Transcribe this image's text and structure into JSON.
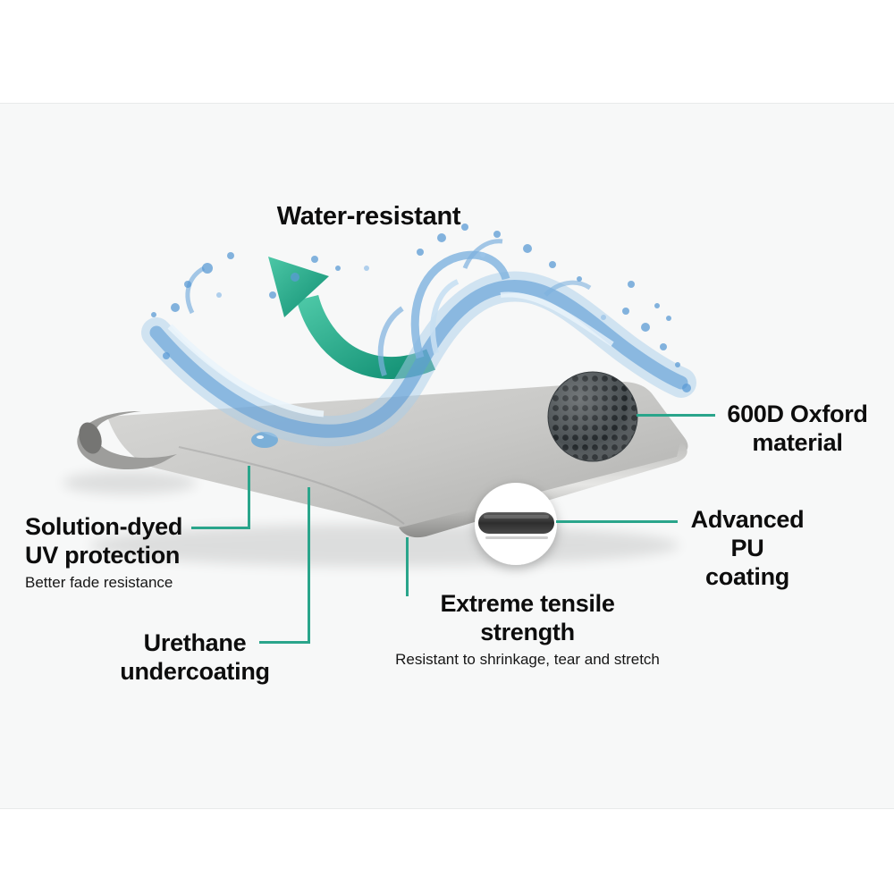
{
  "background": {
    "page_color": "#ffffff",
    "band_color": "#f7f8f8"
  },
  "palette": {
    "accent_teal": "#2aa58b",
    "arrow_teal_light": "#4cc7a6",
    "arrow_teal_dark": "#118f73",
    "text": "#0d0d0d",
    "fabric_gray_light": "#d9d9d7",
    "fabric_gray_dark": "#aeaeac",
    "water_blue": "#5b9bd5",
    "oxford_base": "#4b5154",
    "oxford_dot": "#22272a"
  },
  "callouts": {
    "water_resistant": {
      "label": "Water-resistant"
    },
    "oxford": {
      "line1": "600D Oxford",
      "line2": "material"
    },
    "pu": {
      "line1": "Advanced PU",
      "line2": "coating"
    },
    "uv": {
      "line1": "Solution-dyed",
      "line2": "UV protection",
      "sub": "Better fade resistance"
    },
    "urethane": {
      "line1": "Urethane",
      "line2": "undercoating"
    },
    "tensile": {
      "line1": "Extreme tensile",
      "line2": "strength",
      "sub": "Resistant to shrinkage, tear and stretch"
    }
  }
}
